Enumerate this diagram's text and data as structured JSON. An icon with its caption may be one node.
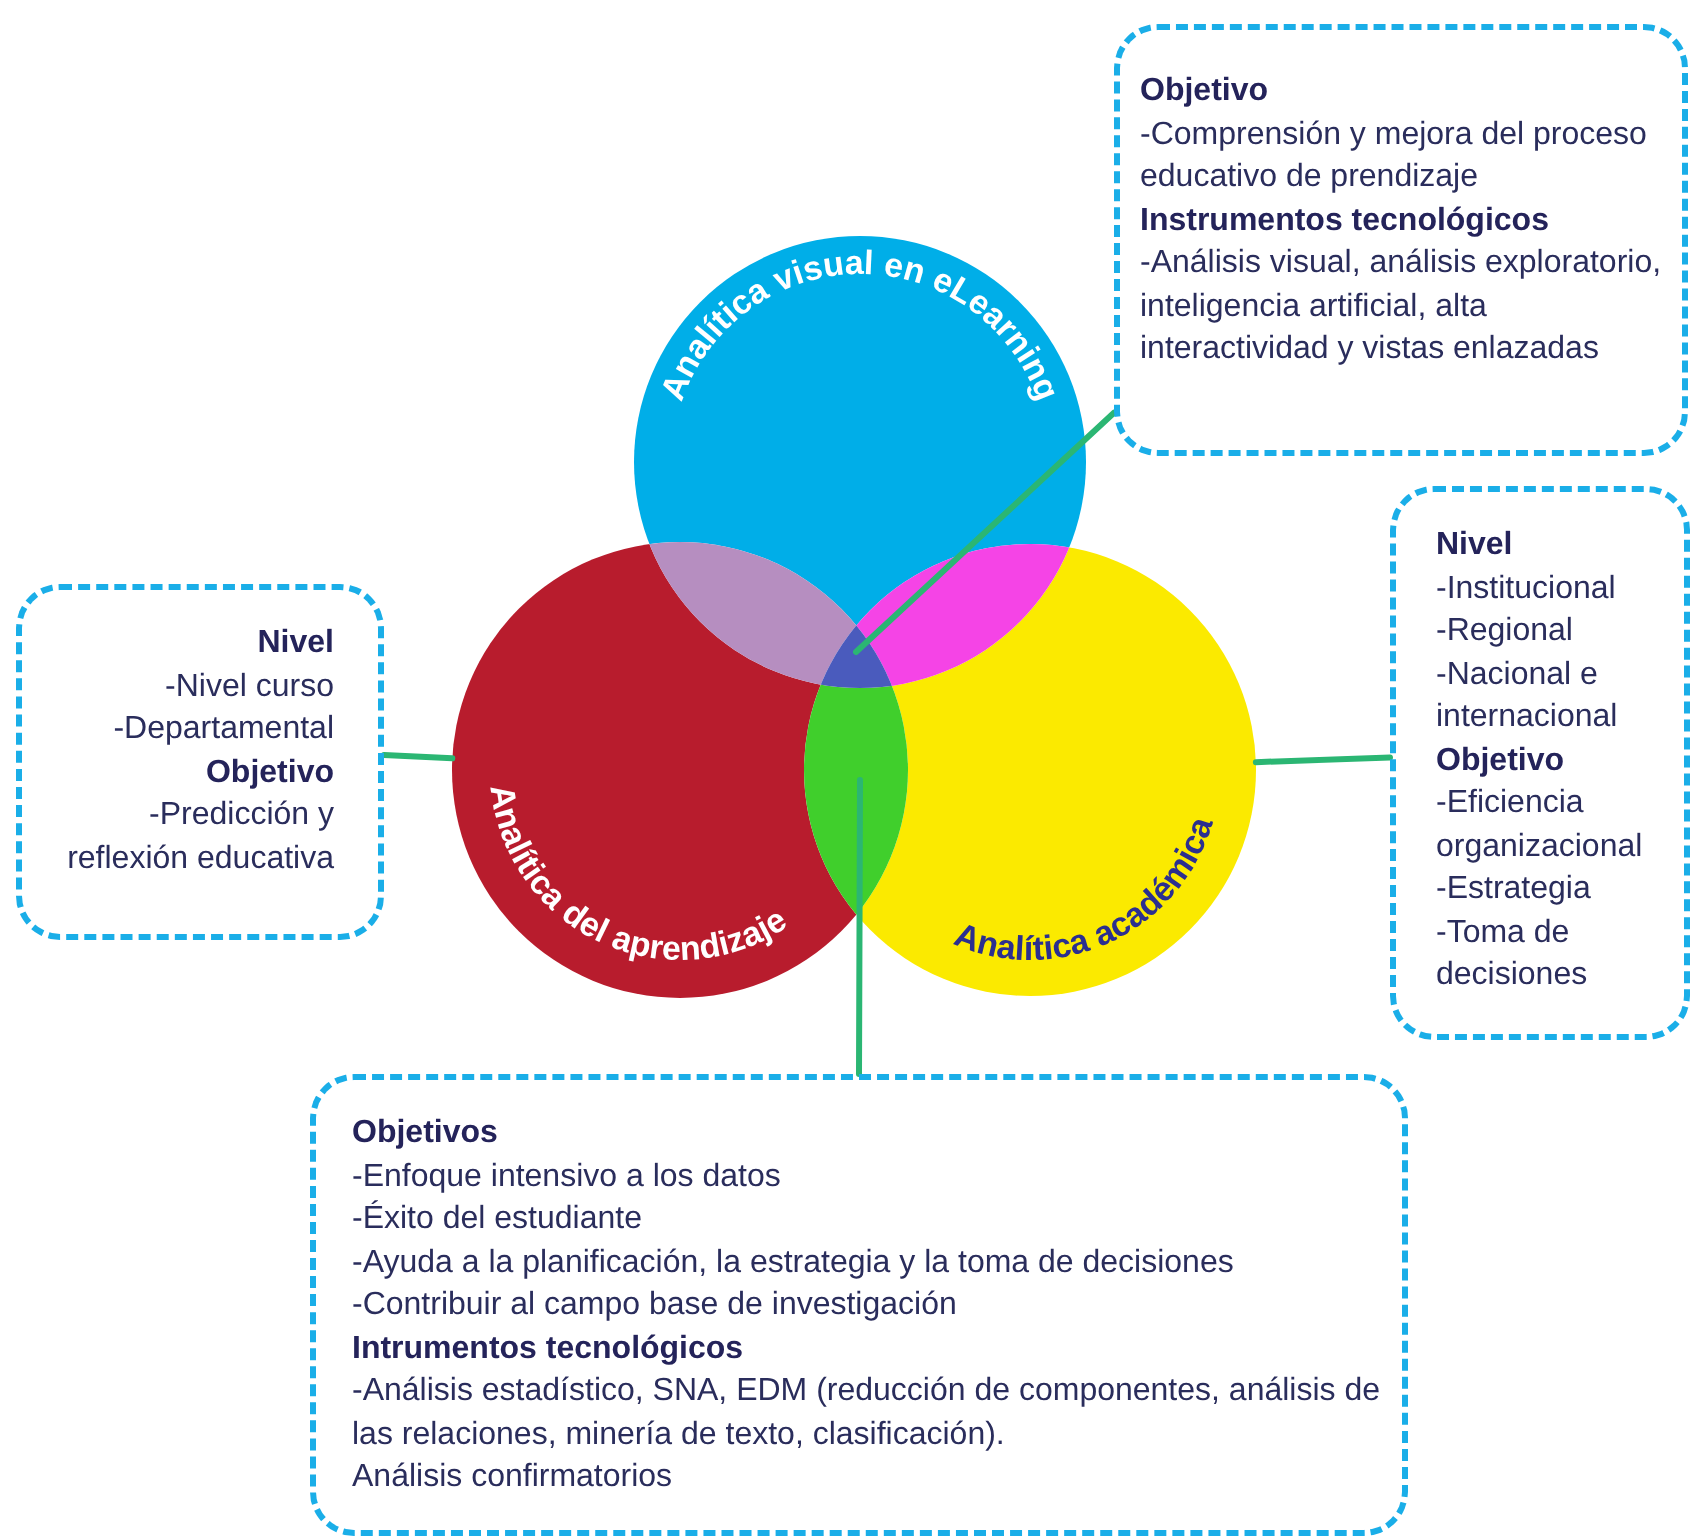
{
  "diagram": {
    "nodes": [
      {
        "text": [
          "Objetivo",
          "-Comprensión y mejora del proceso educativo de prendizaje",
          "Instrumentos tecnológicos",
          "-Análisis visual, análisis exploratorio, inteligencia artificial, alta interactividad y vistas enlazadas"
        ]
      },
      {
        "text": [
          "Analítica visual en eLearning"
        ]
      },
      {
        "text": [
          "Nivel",
          "-Institucional",
          "-Regional",
          "-Nacional e internacional",
          "Objetivo",
          "-Eficiencia organizacional",
          "-Estrategia",
          "-Toma de decisiones"
        ]
      },
      {
        "text": [
          "Nivel",
          "-Nivel curso",
          "-Departamental",
          "Objetivo",
          "-Predicción y reflexión educativa"
        ]
      },
      {
        "text": [
          "Analítica del aprendizaje"
        ]
      },
      {
        "text": [
          "Analítica académica"
        ]
      },
      {
        "text": [
          "Objetivos",
          "-Enfoque intensivo a los datos",
          "-Éxito del estudiante",
          "-Ayuda a la planificación, la estrategia y la toma de decisiones",
          "-Contribuir al campo base de investigación",
          "Intrumentos tecnológicos",
          "-Análisis estadístico, SNA, EDM (reducción de componentes, análisis de las relaciones, minería de texto, clasificación).",
          "Análisis confirmatorios"
        ]
      },
      {
        "text": [],
        "shape": "lens"
      },
      {
        "text": [],
        "shape": "lens"
      },
      {
        "text": [],
        "shape": "lens"
      },
      {
        "text": [],
        "shape": "lens"
      }
    ],
    "edges": [
      {
        "from": 0,
        "to": 9,
        "arrow": "none"
      },
      {
        "from": 3,
        "to": 4,
        "arrow": "none"
      },
      {
        "from": 2,
        "to": 5,
        "arrow": "none"
      },
      {
        "from": 6,
        "to": 10,
        "arrow": "none"
      }
    ]
  }
}
